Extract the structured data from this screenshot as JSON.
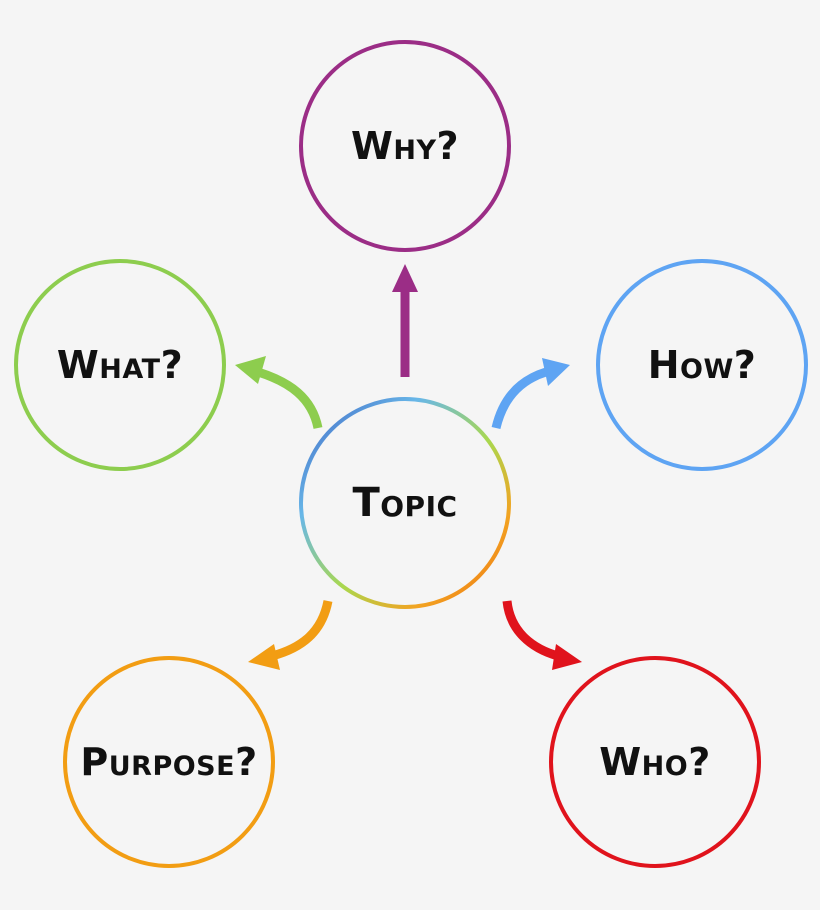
{
  "center": {
    "label": "Topic",
    "gradient_colors": [
      "#3f62c2",
      "#68b7e8",
      "#a9d84f",
      "#f2a322",
      "#ee6b0e"
    ]
  },
  "nodes": [
    {
      "id": "why",
      "label": "Why?",
      "color": "#9b2d86"
    },
    {
      "id": "what",
      "label": "What?",
      "color": "#8dcd4e"
    },
    {
      "id": "how",
      "label": "How?",
      "color": "#5ea4f3"
    },
    {
      "id": "purpose",
      "label": "Purpose?",
      "color": "#f29d13"
    },
    {
      "id": "who",
      "label": "Who?",
      "color": "#e0131c"
    }
  ]
}
